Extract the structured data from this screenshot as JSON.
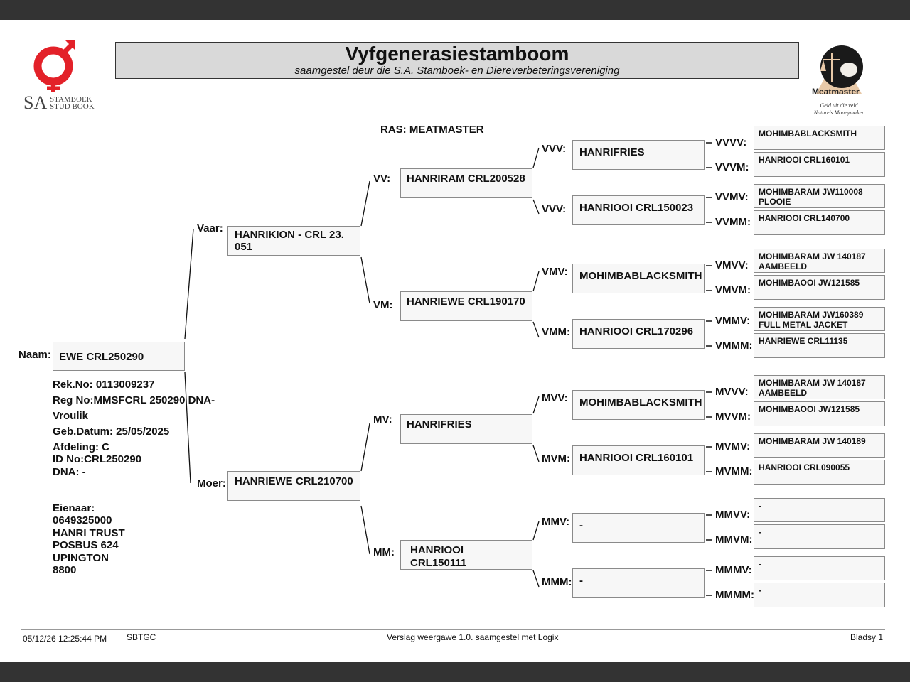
{
  "header": {
    "title": "Vyfgenerasiestamboom",
    "subtitle": "saamgestel deur die S.A. Stamboek- en Diereverbeteringsvereniging",
    "left_logo": {
      "line1": "SA",
      "line2": "STAMBOEK",
      "line3": "STUD BOOK"
    },
    "right_logo": {
      "brand": "Meatmaster",
      "tagline1": "Geld uit die veld",
      "tagline2": "Nature's Moneymaker"
    }
  },
  "breed": "RAS: MEATMASTER",
  "animal": {
    "name_label": "Naam:",
    "name": "EWE CRL250290",
    "rek_no": "Rek.No: 0113009237",
    "reg_no": "Reg No:MMSFCRL 250290 DNA-",
    "sex": "Vroulik",
    "birth": "Geb.Datum: 25/05/2025",
    "section": "Afdeling: C",
    "id_no": "ID No:CRL250290",
    "dna": "DNA: -"
  },
  "owner": {
    "label": "Eienaar:",
    "phone": "0649325000",
    "name": "HANRI TRUST",
    "address1": "POSBUS 624",
    "address2": "UPINGTON",
    "postcode": "8800"
  },
  "gen1": {
    "sire": {
      "label": "Vaar:",
      "name": "HANRIKION - CRL 23.\n051"
    },
    "dam": {
      "label": "Moer:",
      "name": "HANRIEWE CRL210700"
    }
  },
  "gen2": {
    "vv": {
      "label": "VV:",
      "name": "HANRIRAM CRL200528"
    },
    "vm": {
      "label": "VM:",
      "name": "HANRIEWE CRL190170"
    },
    "mv": {
      "label": "MV:",
      "name": "HANRIFRIES"
    },
    "mm": {
      "label": "MM:",
      "name": "HANRIOOI CRL150111"
    }
  },
  "gen3": {
    "vvv": {
      "label": "VVV:",
      "name": "HANRIFRIES"
    },
    "vvm": {
      "label": "VVV:",
      "name": "HANRIOOI CRL150023"
    },
    "vmv": {
      "label": "VMV:",
      "name": "MOHIMBABLACKSMITH"
    },
    "vmm": {
      "label": "VMM:",
      "name": "HANRIOOI CRL170296"
    },
    "mvv": {
      "label": "MVV:",
      "name": "MOHIMBABLACKSMITH"
    },
    "mvm": {
      "label": "MVM:",
      "name": "HANRIOOI CRL160101"
    },
    "mmv": {
      "label": "MMV:",
      "name": "-"
    },
    "mmm": {
      "label": "MMM:",
      "name": "-"
    }
  },
  "gen4": {
    "vvvv": {
      "label": "VVVV:",
      "name": "MOHIMBABLACKSMITH"
    },
    "vvvm": {
      "label": "VVVM:",
      "name": "HANRIOOI CRL160101"
    },
    "vvmv": {
      "label": "VVMV:",
      "name": "MOHIMBARAM JW110008\nPLOOIE"
    },
    "vvmm": {
      "label": "VVMM:",
      "name": "HANRIOOI CRL140700"
    },
    "vmvv": {
      "label": "VMVV:",
      "name": "MOHIMBARAM JW 140187\nAAMBEELD"
    },
    "vmvm": {
      "label": "VMVM:",
      "name": "MOHIMBAOOI JW121585"
    },
    "vmmv": {
      "label": "VMMV:",
      "name": "MOHIMBARAM JW160389\nFULL METAL JACKET"
    },
    "vmmm": {
      "label": "VMMM:",
      "name": "HANRIEWE CRL11135"
    },
    "mvvv": {
      "label": "MVVV:",
      "name": "MOHIMBARAM JW 140187\nAAMBEELD"
    },
    "mvvm": {
      "label": "MVVM:",
      "name": "MOHIMBAOOI JW121585"
    },
    "mvmv": {
      "label": "MVMV:",
      "name": "MOHIMBARAM JW 140189"
    },
    "mvmm": {
      "label": "MVMM:",
      "name": "HANRIOOI CRL090055"
    },
    "mmvv": {
      "label": "MMVV:",
      "name": "-"
    },
    "mmvm": {
      "label": "MMVM:",
      "name": "-"
    },
    "mmmv": {
      "label": "MMMV:",
      "name": "-"
    },
    "mmmm": {
      "label": "MMMM:",
      "name": "-"
    }
  },
  "footer": {
    "timestamp": "05/12/26 12:25:44 PM",
    "code": "SBTGC",
    "report": "Verslag weergawe 1.0. saamgestel met Logix",
    "page": "Bladsy 1"
  },
  "colors": {
    "logo_red": "#e32129",
    "title_bg": "#d9d9d9",
    "box_bg": "#f7f7f7",
    "chrome": "#333333"
  }
}
